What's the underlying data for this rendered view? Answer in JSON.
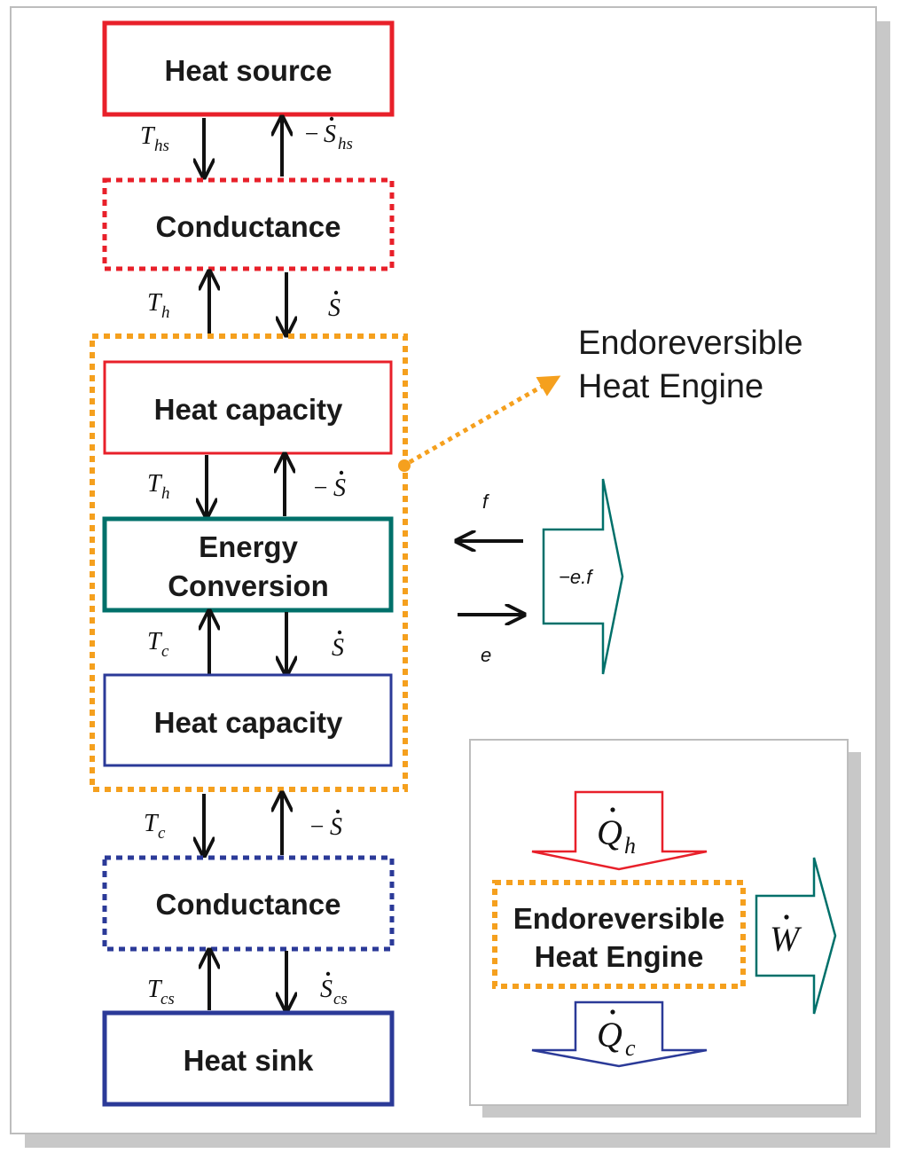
{
  "boxes": {
    "heat_source": "Heat source",
    "conductance_hot": "Conductance",
    "heat_capacity_hot": "Heat capacity",
    "energy_conversion_line1": "Energy",
    "energy_conversion_line2": "Conversion",
    "heat_capacity_cold": "Heat capacity",
    "conductance_cold": "Conductance",
    "heat_sink": "Heat sink"
  },
  "labels": {
    "T": "T",
    "S": "S",
    "minus": "−",
    "hs": "hs",
    "h": "h",
    "c": "c",
    "cs": "cs",
    "f": "f",
    "e": "e",
    "work_port": "−e.f"
  },
  "annotation": {
    "line1": "Endoreversible",
    "line2": "Heat Engine"
  },
  "inset": {
    "Q": "Q",
    "h": "h",
    "c": "c",
    "W": "W",
    "line1": "Endoreversible",
    "line2": "Heat Engine"
  },
  "colors": {
    "red": "#e8202a",
    "blue": "#2b3a98",
    "teal": "#00706a",
    "orange": "#f5a01e",
    "black": "#111111",
    "shadow": "#c8c8c8",
    "frame": "#bdbdbd"
  }
}
